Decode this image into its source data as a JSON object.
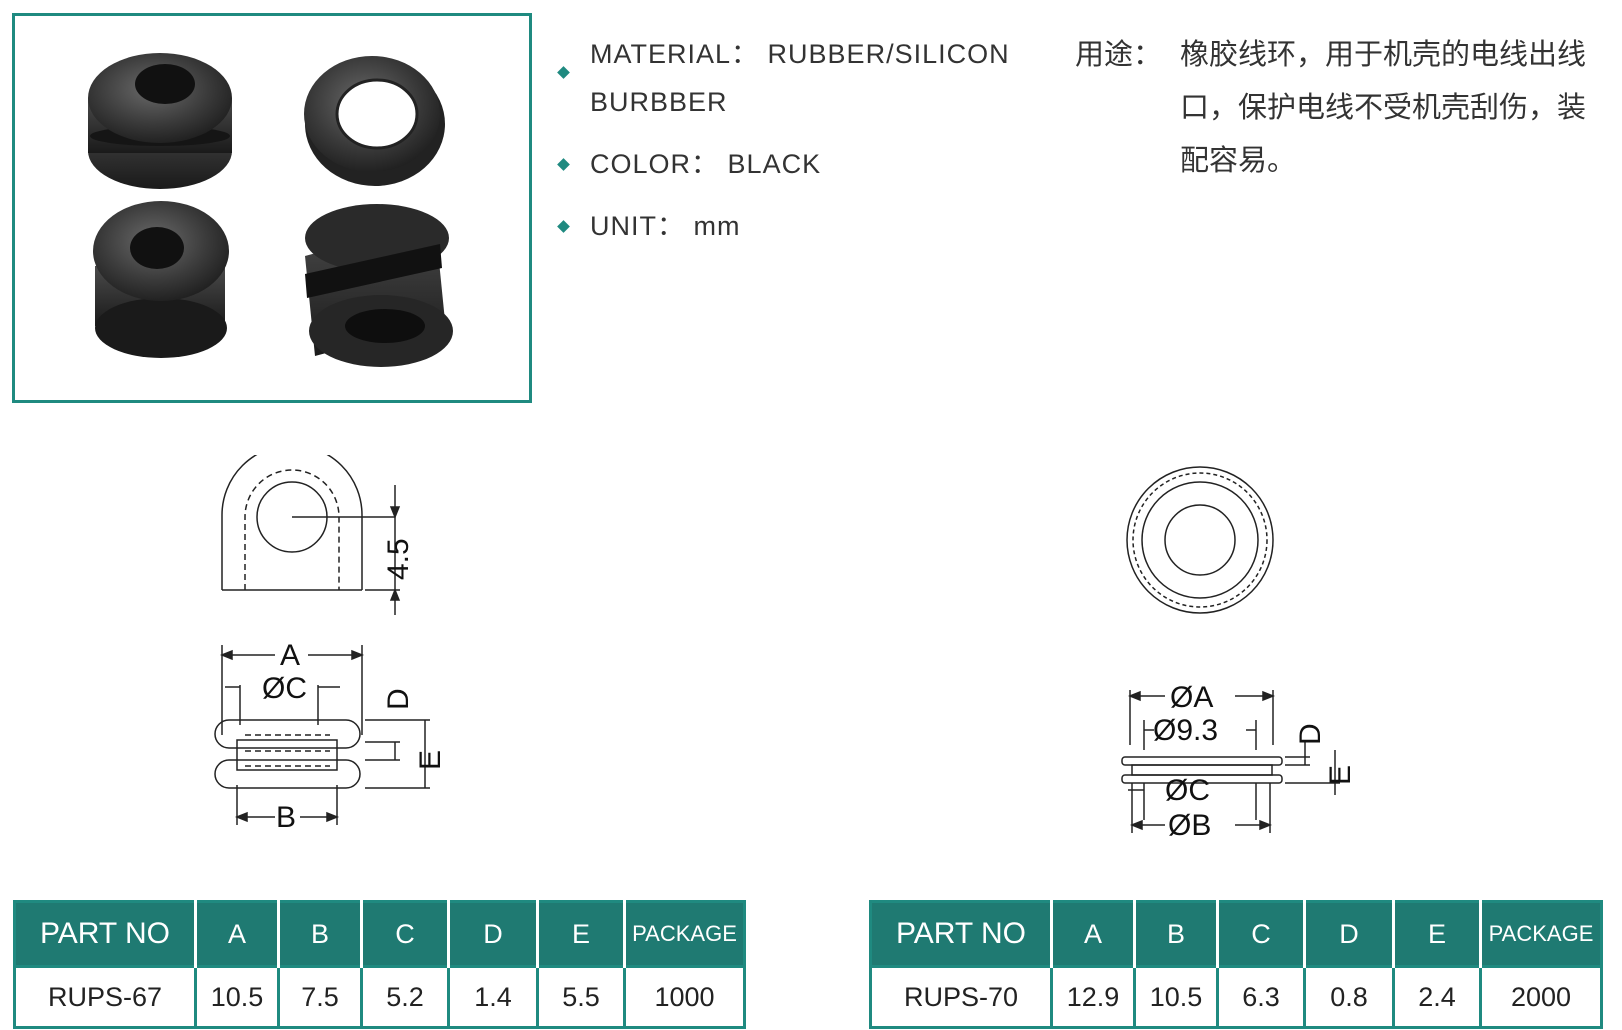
{
  "specs": {
    "material_label": "MATERIAL：",
    "material_value": "RUBBER/SILICON",
    "material_value2": "BURBBER",
    "color_label": "COLOR：",
    "color_value": "BLACK",
    "unit_label": "UNIT：",
    "unit_value": "mm"
  },
  "usage": {
    "label": "用途：",
    "text": "橡胶线环，用于机壳的电线出线口，保护电线不受机壳刮伤，装配容易。"
  },
  "drawing_left": {
    "dim_45": "4.5",
    "dim_A": "A",
    "dim_C": "ØC",
    "dim_B": "B",
    "dim_D": "D",
    "dim_E": "E"
  },
  "drawing_right": {
    "dim_A": "ØA",
    "dim_93": "Ø9.3",
    "dim_C": "ØC",
    "dim_B": "ØB",
    "dim_D": "D",
    "dim_E": "E"
  },
  "tables": [
    {
      "headers": [
        "PART NO",
        "A",
        "B",
        "C",
        "D",
        "E",
        "PACKAGE"
      ],
      "row": [
        "RUPS-67",
        "10.5",
        "7.5",
        "5.2",
        "1.4",
        "5.5",
        "1000"
      ]
    },
    {
      "headers": [
        "PART NO",
        "A",
        "B",
        "C",
        "D",
        "E",
        "PACKAGE"
      ],
      "row": [
        "RUPS-70",
        "12.9",
        "10.5",
        "6.3",
        "0.8",
        "2.4",
        "2000"
      ]
    }
  ],
  "colors": {
    "accent": "#1f8a80",
    "header_bg": "#1f7a72"
  }
}
